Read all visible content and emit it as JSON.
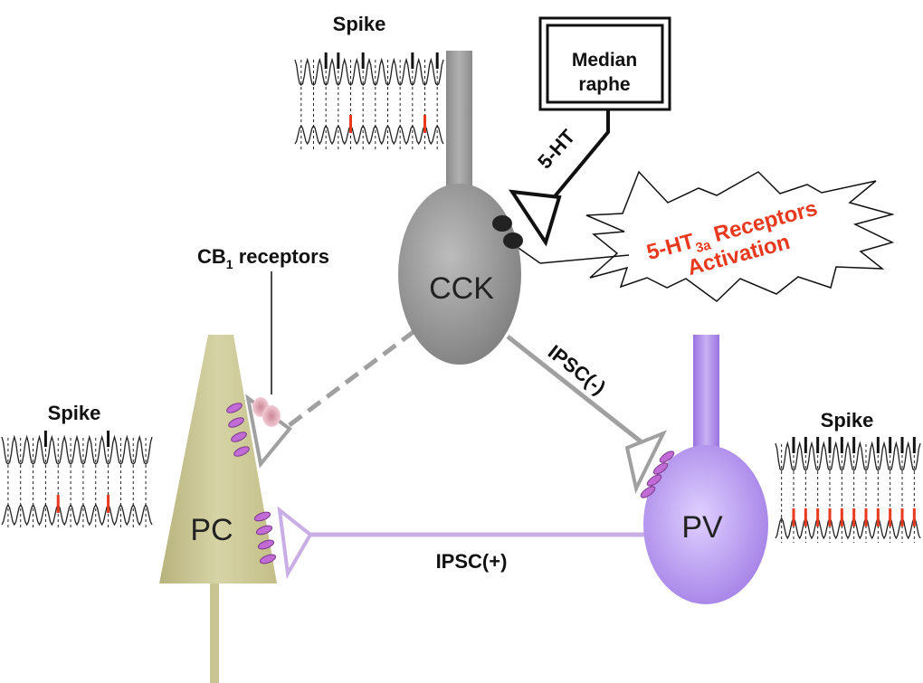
{
  "cells": {
    "cck": "CCK",
    "pc": "PC",
    "pv": "PV"
  },
  "labels": {
    "spike_top": "Spike",
    "spike_left": "Spike",
    "spike_right": "Spike",
    "median_raphe_line1": "Median",
    "median_raphe_line2": "raphe",
    "five_ht": "5-HT",
    "cb1_prefix": "CB",
    "cb1_sub": "1",
    "cb1_suffix": " receptors",
    "ipsc_minus": "IPSC(-)",
    "ipsc_plus": "IPSC(+)"
  },
  "callout": {
    "line1_prefix": "5-HT",
    "line1_sub": "3a",
    "line1_suffix": " Receptors",
    "line2": "Activation"
  },
  "colors": {
    "cck": "#8f8f8f",
    "pc": "#c9c593",
    "pv": "#a585e6",
    "receptor_purple": "#c26ad6",
    "spike_red": "#e8391e",
    "ipsc_minus_line": "#a0a0a0",
    "ipsc_plus_line": "#c9aee6",
    "cb1_pink": "#e8a5b5"
  },
  "traces": {
    "top": {
      "cycles": 12,
      "black_spikes": [
        2,
        3,
        5,
        9,
        11
      ],
      "red_spikes": [
        4,
        10
      ]
    },
    "left": {
      "cycles": 12,
      "black_spikes": [
        3,
        8
      ],
      "red_spikes": [
        4,
        8
      ]
    },
    "right": {
      "cycles": 12,
      "black_spikes": [
        1,
        2,
        3,
        4,
        5,
        6,
        8,
        9,
        10,
        11
      ],
      "red_spikes": [
        1,
        2,
        3,
        4,
        5,
        6,
        7,
        8,
        9,
        10,
        11
      ]
    }
  }
}
